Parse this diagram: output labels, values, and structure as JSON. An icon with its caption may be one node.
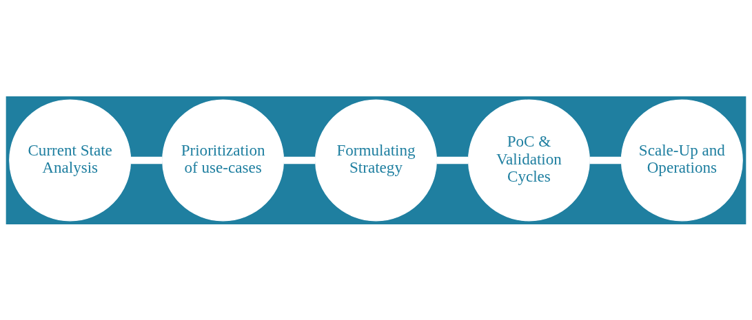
{
  "diagram": {
    "nodes": [
      {
        "text": [
          "Current State Analysis"
        ]
      },
      {
        "text": [
          "Prioritization of use-cases"
        ]
      },
      {
        "text": [
          "Formulating Strategy"
        ]
      },
      {
        "text": [
          "PoC & Validation Cycles"
        ]
      },
      {
        "text": [
          "Scale-Up and Operations"
        ]
      }
    ],
    "edges": [
      {
        "from": 0,
        "to": 1,
        "arrow": "none"
      },
      {
        "from": 1,
        "to": 2,
        "arrow": "none"
      },
      {
        "from": 2,
        "to": 3,
        "arrow": "none"
      },
      {
        "from": 3,
        "to": 4,
        "arrow": "none"
      }
    ]
  }
}
